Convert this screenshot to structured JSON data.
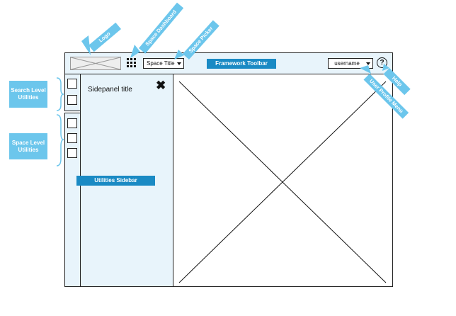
{
  "toolbar": {
    "space_picker_value": "Space Title",
    "username_value": "username",
    "help_glyph": "?",
    "label": "Framework Toolbar"
  },
  "sidepanel": {
    "title": "Sidepanel title",
    "close_glyph": "✖",
    "label": "Utilities Sidebar"
  },
  "callouts": {
    "logo": "Logo",
    "space_dashboard": "Space Dashboard",
    "space_picker": "Space Picker",
    "help": "Help",
    "user_profile_menu": "User Profile Menu",
    "search_level_utilities": "Search Level Utilities",
    "space_level_utilities": "Space Level Utilities"
  },
  "icons": [
    "image-placeholder-icon",
    "grid-icon",
    "chevron-down-icon",
    "help-icon",
    "close-icon",
    "checkbox-icon",
    "brace-icon"
  ],
  "colors": {
    "panel_bg": "#e8f4fb",
    "dark_label": "#1a8ac4",
    "callout": "#6cc6ec",
    "border": "#222222"
  }
}
